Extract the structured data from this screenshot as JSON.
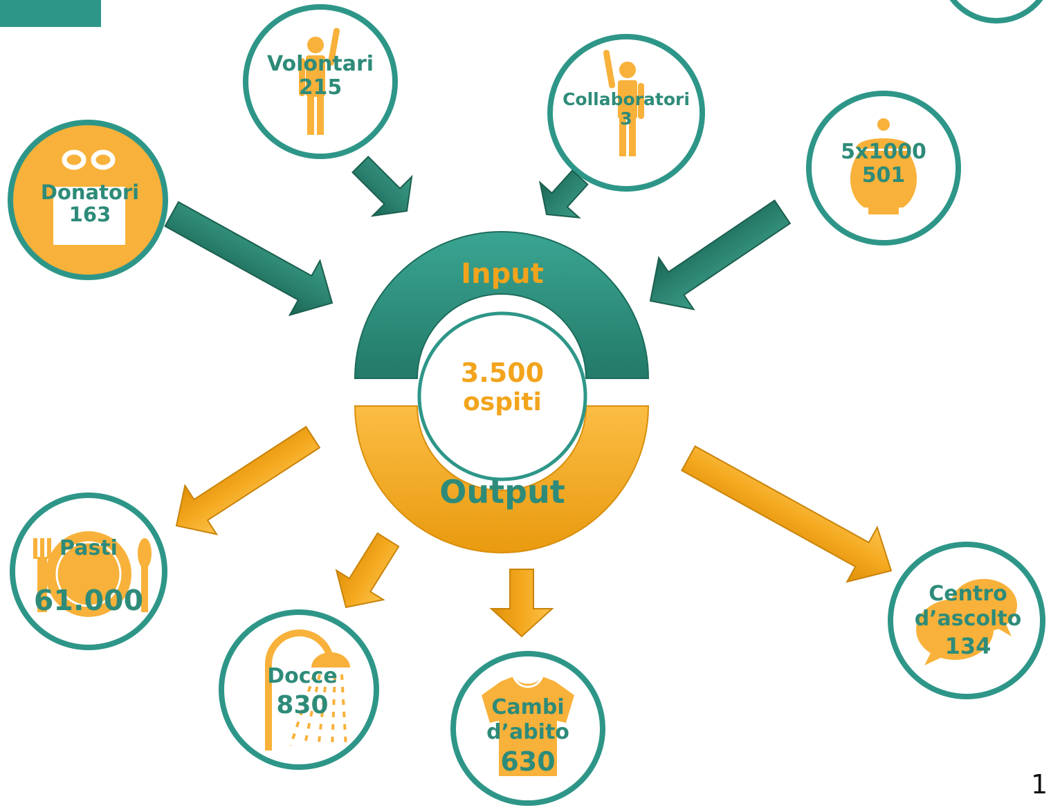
{
  "colors": {
    "teal": "#2e9688",
    "teal_dark": "#1f7a66",
    "orange": "#f5a623",
    "orange_light": "#fbbd44",
    "icon_orange": "#f8b13a",
    "text_teal": "#2e8b79",
    "text_orange": "#f2a41c"
  },
  "center": {
    "input_label": "Input",
    "value": "3.500",
    "unit": "ospiti",
    "output_label": "Output"
  },
  "inputs": [
    {
      "id": "volontari",
      "label": "Volontari",
      "value": "215",
      "icon": "person-raising-hand-icon"
    },
    {
      "id": "collaboratori",
      "label": "Collaboratori",
      "value": "3",
      "icon": "person-raising-hand-icon"
    },
    {
      "id": "donatori",
      "label": "Donatori",
      "value": "163",
      "icon": "gift-icon"
    },
    {
      "id": "5x1000",
      "label": "5x1000",
      "value": "501",
      "icon": "urn-icon"
    }
  ],
  "outputs": [
    {
      "id": "pasti",
      "label": "Pasti",
      "value": "61.000",
      "icon": "plate-fork-spoon-icon"
    },
    {
      "id": "docce",
      "label": "Docce",
      "value": "830",
      "icon": "shower-icon"
    },
    {
      "id": "cambi",
      "label": "Cambi d’abito",
      "value": "630",
      "icon": "tshirt-icon"
    },
    {
      "id": "ascolto",
      "label": "Centro d’ascolto",
      "value": "134",
      "icon": "speech-bubbles-icon"
    }
  ],
  "page_number": "1"
}
